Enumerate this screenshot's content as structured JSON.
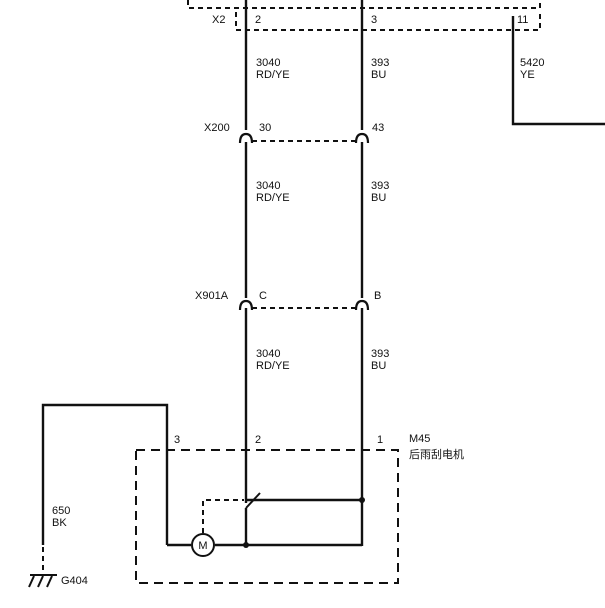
{
  "connectors": {
    "x2": {
      "name": "X2",
      "pins": [
        "2",
        "3",
        "11"
      ]
    },
    "x200": {
      "name": "X200",
      "pins": [
        "30",
        "43"
      ]
    },
    "x901a": {
      "name": "X901A",
      "pins": [
        "C",
        "B"
      ]
    }
  },
  "wires": {
    "left": [
      {
        "circuit": "3040",
        "color": "RD/YE"
      },
      {
        "circuit": "3040",
        "color": "RD/YE"
      },
      {
        "circuit": "3040",
        "color": "RD/YE"
      }
    ],
    "right": [
      {
        "circuit": "393",
        "color": "BU"
      },
      {
        "circuit": "393",
        "color": "BU"
      },
      {
        "circuit": "393",
        "color": "BU"
      }
    ],
    "far_right": {
      "circuit": "5420",
      "color": "YE"
    },
    "ground": {
      "circuit": "650",
      "color": "BK"
    }
  },
  "component": {
    "id": "M45",
    "name": "后雨刮电机",
    "pins": [
      "3",
      "2",
      "1"
    ],
    "motor_symbol": "M"
  },
  "ground": {
    "id": "G404"
  }
}
